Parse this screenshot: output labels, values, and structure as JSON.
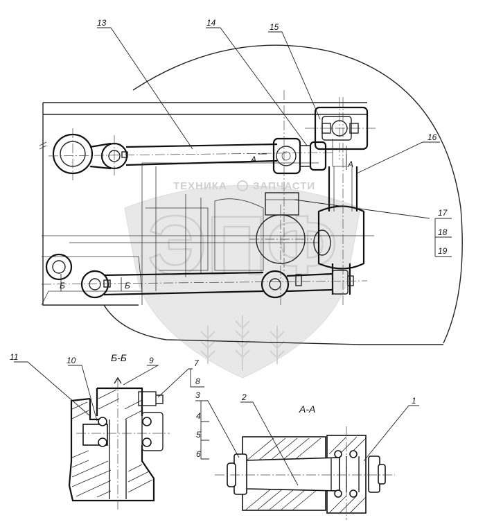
{
  "callouts": {
    "c1": "1",
    "c2": "2",
    "c3": "3",
    "c4": "4",
    "c5": "5",
    "c6": "6",
    "c7": "7",
    "c8": "8",
    "c9": "9",
    "c10": "10",
    "c11": "11",
    "c13": "13",
    "c14": "14",
    "c15": "15",
    "c16": "16",
    "c17": "17",
    "c18": "18",
    "c19": "19"
  },
  "section_labels": {
    "bb": "Б-Б",
    "aa": "А-А",
    "a_mark_left": "А",
    "a_mark_right": "А",
    "b_mark_left": "Б",
    "b_mark_right": "Б"
  },
  "watermark": {
    "line1": "ТЕХНИКА",
    "line2": "ЗАПЧАСТИ",
    "logo": "ЭПФ"
  }
}
